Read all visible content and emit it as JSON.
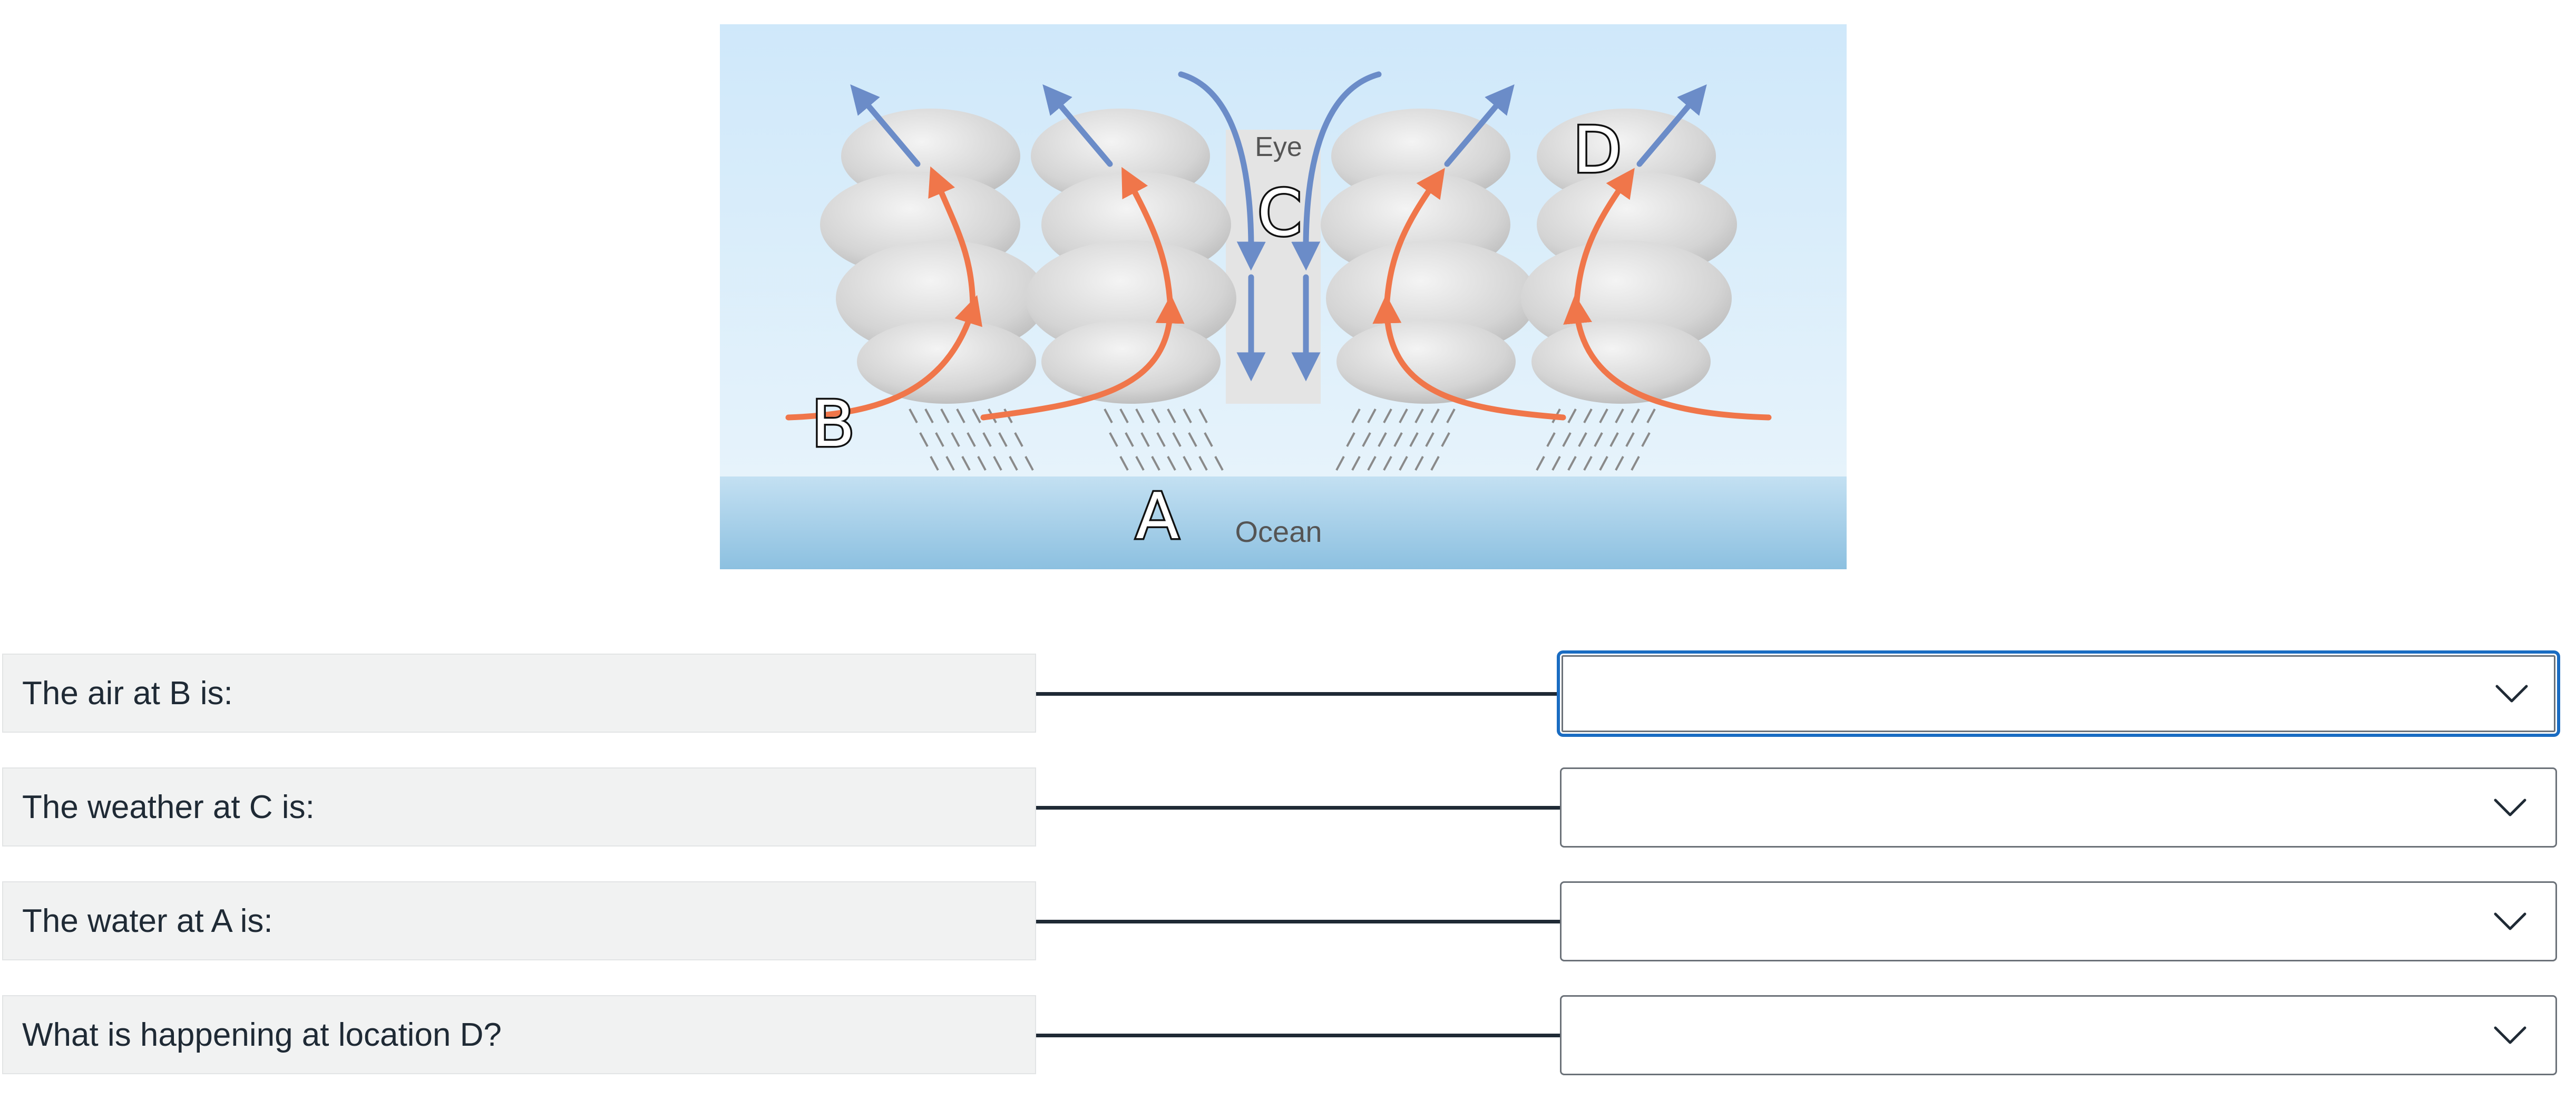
{
  "diagram": {
    "labels": {
      "eye": "Eye",
      "ocean": "Ocean",
      "a": "A",
      "b": "B",
      "c": "C",
      "d": "D"
    },
    "colors": {
      "sky": "#cfe8f8",
      "ocean": "#8ec3e2",
      "warm_air": "#f0764a",
      "cool_air": "#6b8cc8",
      "cloud": "#d6d6d6"
    }
  },
  "questions": [
    {
      "prompt": "The air at B is:",
      "selected": "",
      "focused": true
    },
    {
      "prompt": "The weather at C is:",
      "selected": "",
      "focused": false
    },
    {
      "prompt": "The water at A is:",
      "selected": "",
      "focused": false
    },
    {
      "prompt": "What is happening at location D?",
      "selected": "",
      "focused": false
    }
  ],
  "icons": {
    "dropdown": "chevron-down-icon"
  }
}
